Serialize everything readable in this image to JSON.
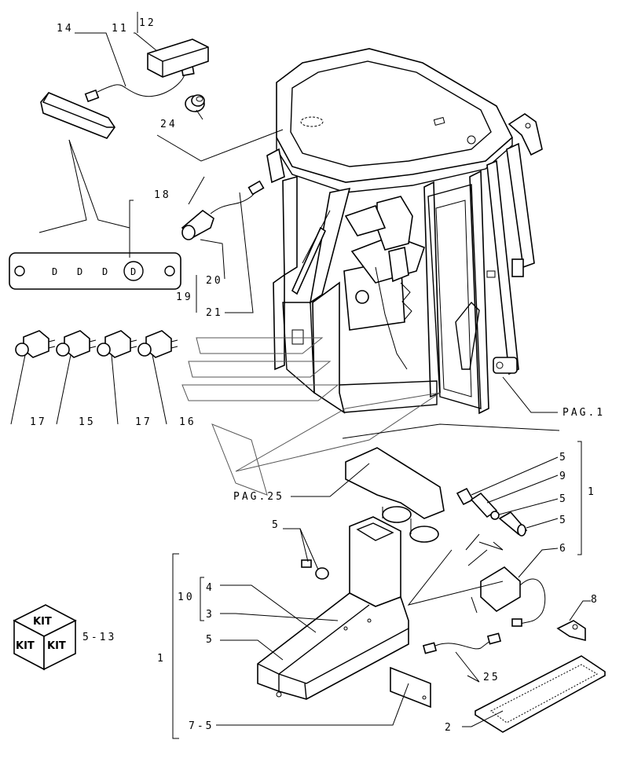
{
  "callouts": {
    "c14": "14",
    "c11": "11",
    "c12": "12",
    "c24": "24",
    "c18": "18",
    "c20": "20",
    "c19": "19",
    "c21": "21",
    "c17a": "17",
    "c15": "15",
    "c17b": "17",
    "c16": "16",
    "pag1": "PAG.1",
    "pag25": "PAG.25",
    "c5a": "5",
    "c9": "9",
    "c5b": "5",
    "c5c": "5",
    "c1top": "1",
    "c6": "6",
    "c5d": "5",
    "c4": "4",
    "c10": "10",
    "c3": "3",
    "c5e": "5",
    "c8": "8",
    "c25": "25",
    "c1": "1",
    "c75": "7-5",
    "c2": "2",
    "kitref": "5-13"
  },
  "kit_box": {
    "top": "KIT",
    "left": "KIT",
    "right": "KIT"
  },
  "colors": {
    "line": "#000000",
    "background": "#ffffff"
  }
}
